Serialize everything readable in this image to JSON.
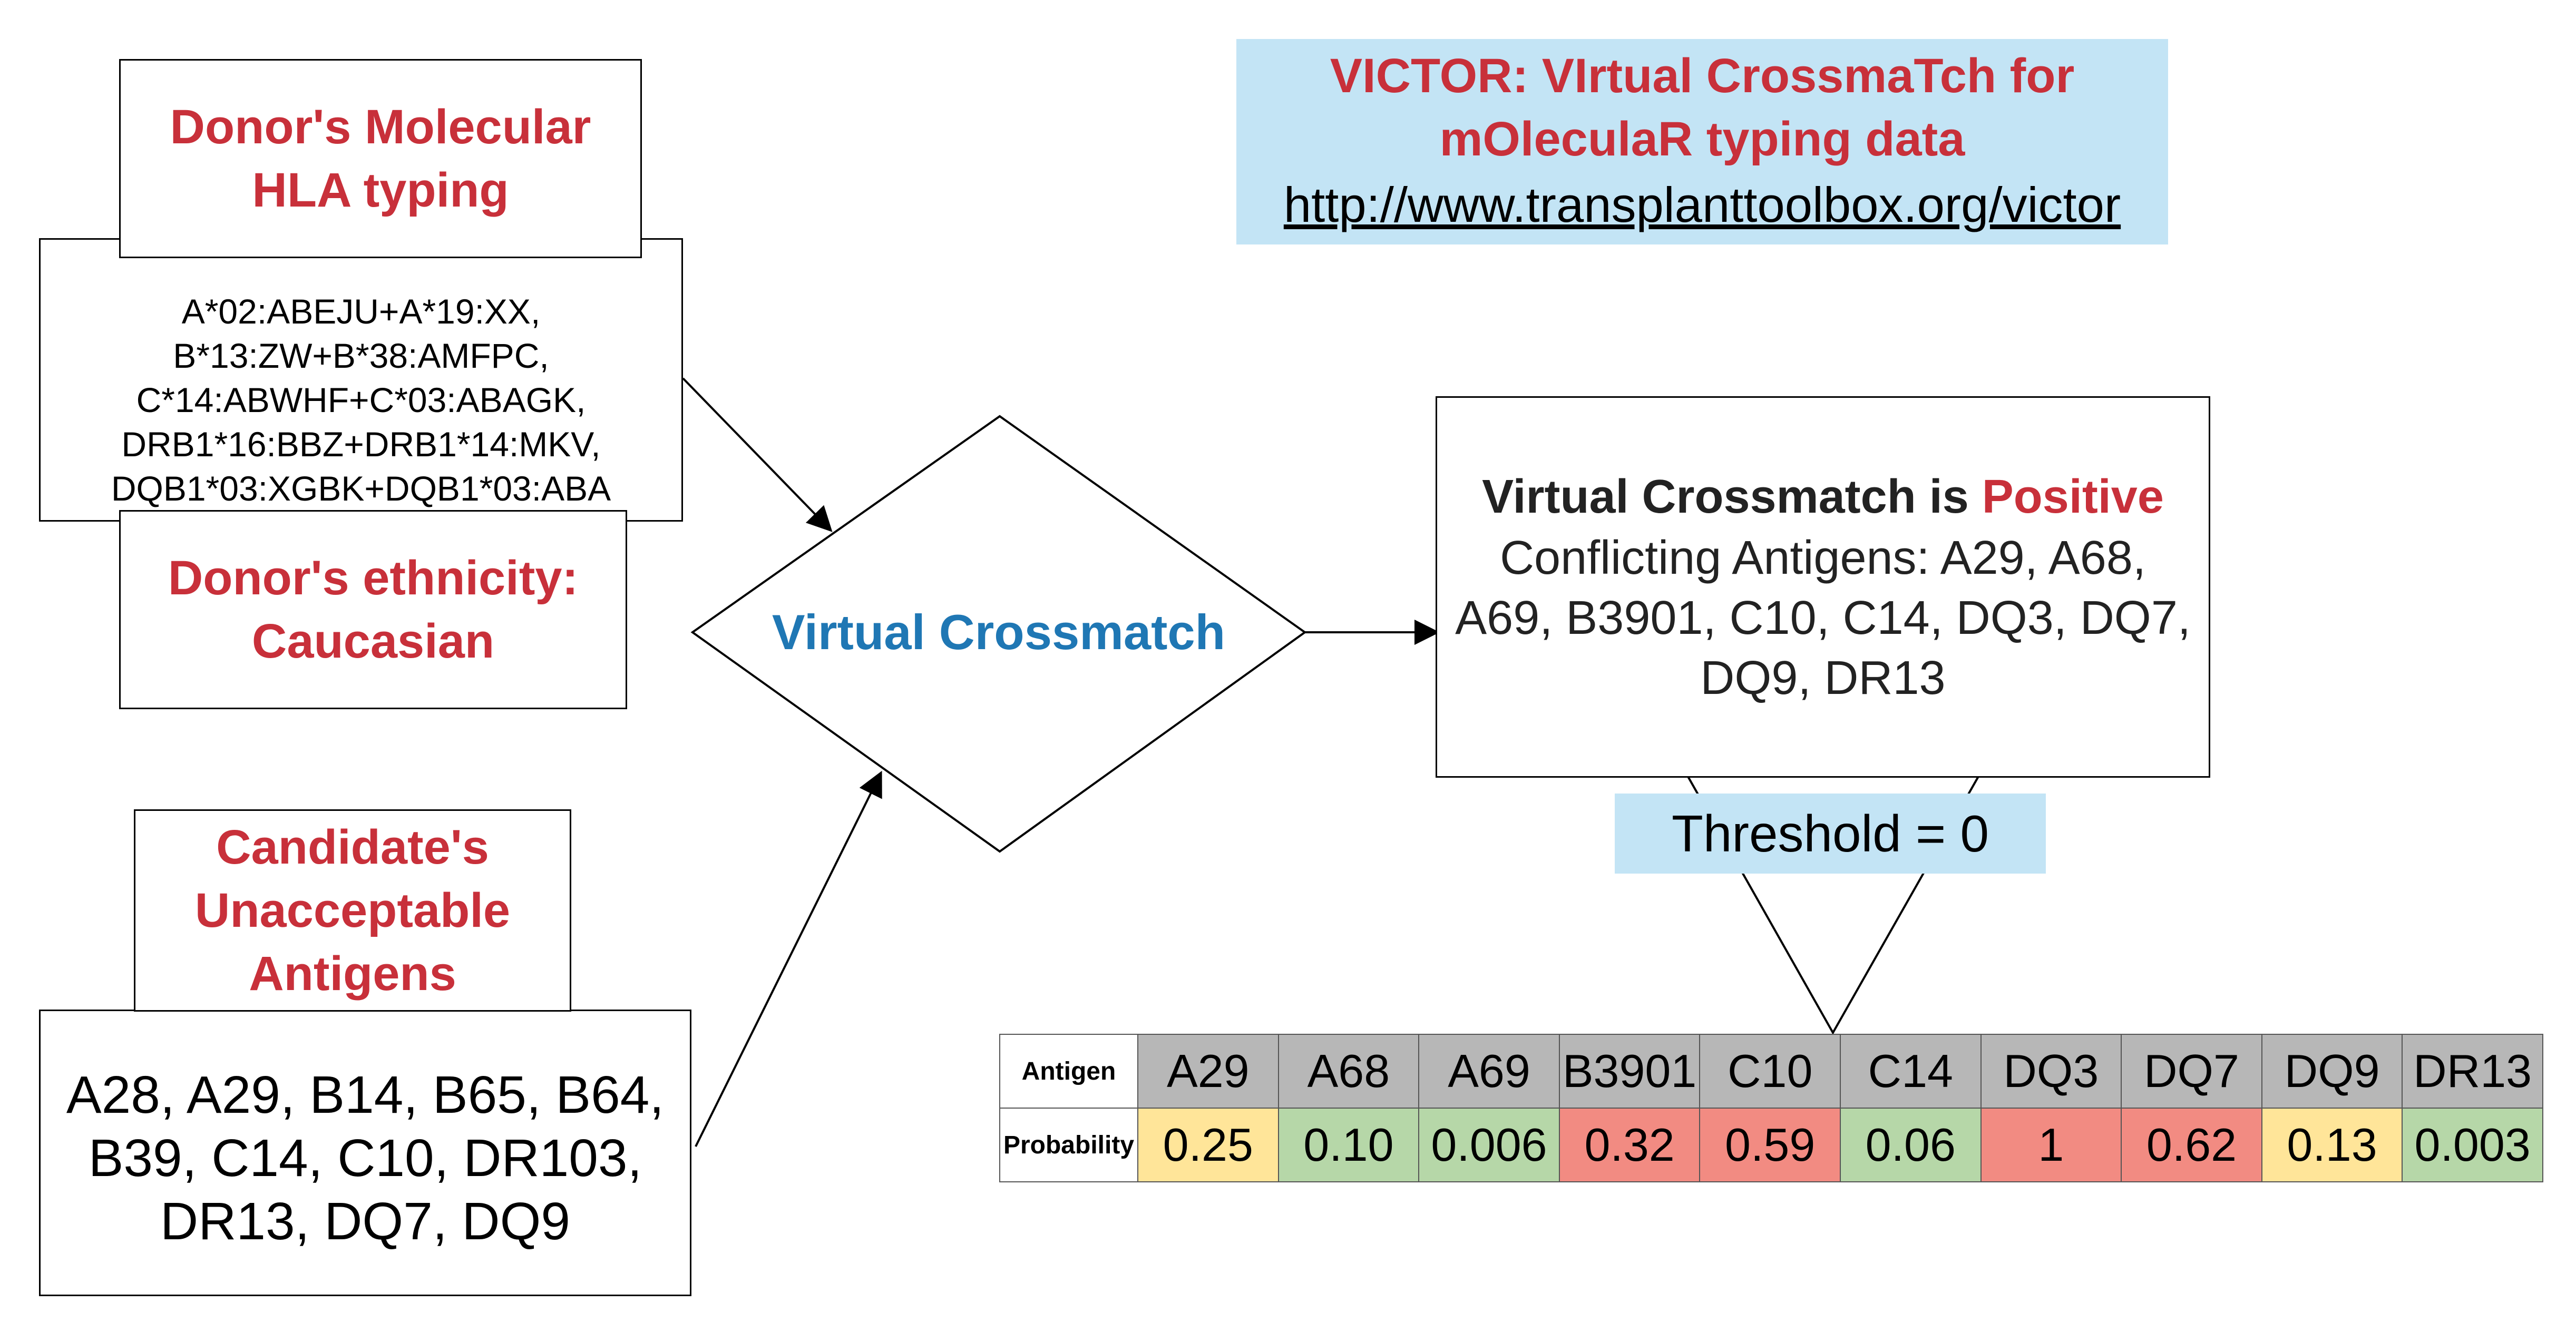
{
  "banner": {
    "title_line1": "VICTOR: VIrtual CrossmaTch for",
    "title_line2": "mOleculaR typing data",
    "url": "http://www.transplanttoolbox.org/victor"
  },
  "donor_typing": {
    "title_line1": "Donor's Molecular",
    "title_line2": "HLA typing",
    "lines": [
      "A*02:ABEJU+A*19:XX,",
      "B*13:ZW+B*38:AMFPC,",
      "C*14:ABWHF+C*03:ABAGK,",
      "DRB1*16:BBZ+DRB1*14:MKV,",
      "DQB1*03:XGBK+DQB1*03:ABA"
    ]
  },
  "donor_ethnicity": {
    "line1": "Donor's ethnicity:",
    "line2": "Caucasian"
  },
  "candidate": {
    "title_line1": "Candidate's",
    "title_line2": "Unacceptable",
    "title_line3": "Antigens",
    "lines": [
      "A28, A29, B14, B65, B64,",
      "B39, C14, C10, DR103,",
      "DR13, DQ7, DQ9"
    ]
  },
  "decision": {
    "label": "Virtual Crossmatch"
  },
  "result": {
    "heading_prefix": "Virtual Crossmatch is ",
    "heading_status": "Positive",
    "lines": [
      "Conflicting Antigens: A29, A68,",
      "A69, B3901, C10, C14, DQ3, DQ7,",
      "DQ9, DR13"
    ]
  },
  "threshold": {
    "label": "Threshold = 0"
  },
  "table": {
    "row_header_antigen": "Antigen",
    "row_header_probability": "Probability",
    "antigens": [
      "A29",
      "A68",
      "A69",
      "B3901",
      "C10",
      "C14",
      "DQ3",
      "DQ7",
      "DQ9",
      "DR13"
    ],
    "probabilities": [
      "0.25",
      "0.10",
      "0.006",
      "0.32",
      "0.59",
      "0.06",
      "1",
      "0.62",
      "0.13",
      "0.003"
    ],
    "cell_colors": [
      "#ffe599",
      "#b6d7a8",
      "#b6d7a8",
      "#f28b82",
      "#f28b82",
      "#b6d7a8",
      "#f28b82",
      "#f28b82",
      "#ffe599",
      "#b6d7a8"
    ]
  },
  "colors": {
    "title_red": "#c8303a",
    "crossmatch_blue": "#1f77b4",
    "banner_bg": "#c3e4f5",
    "text_dark": "#222222"
  }
}
